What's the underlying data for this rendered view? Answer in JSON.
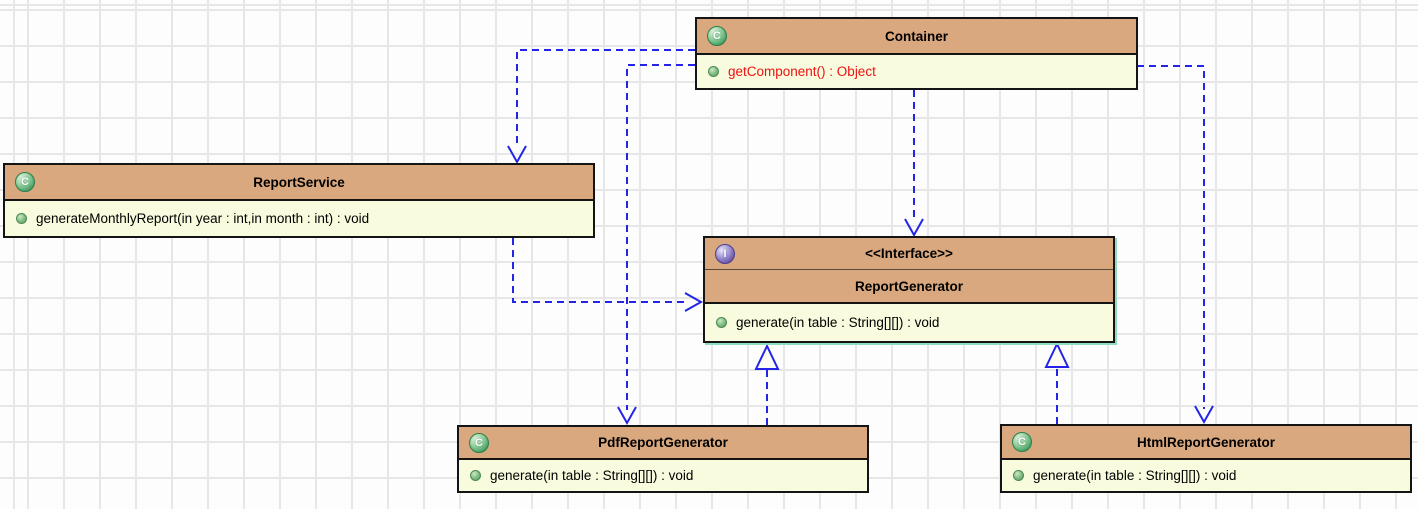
{
  "diagram_title": "UML class diagram",
  "icons": {
    "class_glyph": "C",
    "interface_glyph": "I"
  },
  "colors": {
    "header_fill": "#DAA87E",
    "body_fill": "#F8FBDD",
    "edge_blue": "#2424E8",
    "method_red": "#EE1111",
    "border_black": "#141414"
  },
  "classes": {
    "container": {
      "name": "Container",
      "methods": [
        {
          "label": "getComponent() : Object"
        }
      ]
    },
    "report_service": {
      "name": "ReportService",
      "methods": [
        {
          "label": "generateMonthlyReport(in year : int,in month : int) : void"
        }
      ]
    },
    "report_generator": {
      "stereotype": "<<Interface>>",
      "name": "ReportGenerator",
      "methods": [
        {
          "label": "generate(in table : String[][]) : void"
        }
      ]
    },
    "pdf_report_generator": {
      "name": "PdfReportGenerator",
      "methods": [
        {
          "label": "generate(in table : String[][]) : void"
        }
      ]
    },
    "html_report_generator": {
      "name": "HtmlReportGenerator",
      "methods": [
        {
          "label": "generate(in table : String[][]) : void"
        }
      ]
    }
  },
  "relationships": [
    {
      "type": "dependency",
      "from": "Container",
      "to": "ReportService"
    },
    {
      "type": "dependency",
      "from": "Container",
      "to": "PdfReportGenerator"
    },
    {
      "type": "dependency",
      "from": "Container",
      "to": "ReportGenerator"
    },
    {
      "type": "dependency",
      "from": "Container",
      "to": "HtmlReportGenerator"
    },
    {
      "type": "dependency",
      "from": "ReportService",
      "to": "ReportGenerator"
    },
    {
      "type": "realization",
      "from": "PdfReportGenerator",
      "to": "ReportGenerator"
    },
    {
      "type": "realization",
      "from": "HtmlReportGenerator",
      "to": "ReportGenerator"
    }
  ]
}
